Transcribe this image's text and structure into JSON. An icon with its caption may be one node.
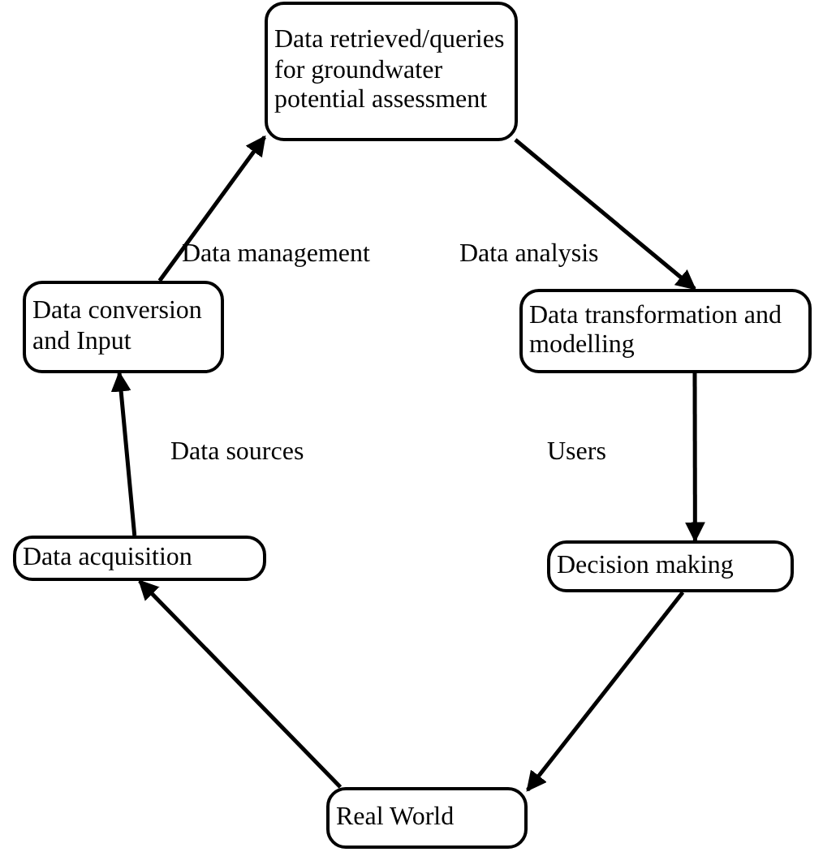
{
  "diagram": {
    "nodes": [
      {
        "text": [
          "Data retrieved/queries for groundwater potential assessment"
        ]
      },
      {
        "text": [
          "Data conversion and Input"
        ]
      },
      {
        "text": [
          "Data transformation and modelling"
        ]
      },
      {
        "text": [
          "Data acquisition"
        ]
      },
      {
        "text": [
          "Decision making"
        ]
      },
      {
        "text": [
          "Real World"
        ]
      }
    ],
    "edges": [
      {
        "from": 5,
        "to": 3,
        "arrow": "to"
      },
      {
        "from": 3,
        "to": 1,
        "arrow": "to"
      },
      {
        "from": 1,
        "to": 0,
        "arrow": "to"
      },
      {
        "from": 0,
        "to": 2,
        "arrow": "to"
      },
      {
        "from": 2,
        "to": 4,
        "arrow": "to"
      },
      {
        "from": 4,
        "to": 5,
        "arrow": "to"
      }
    ],
    "labels": [
      "Data management",
      "Data analysis",
      "Data sources",
      "Users"
    ]
  }
}
